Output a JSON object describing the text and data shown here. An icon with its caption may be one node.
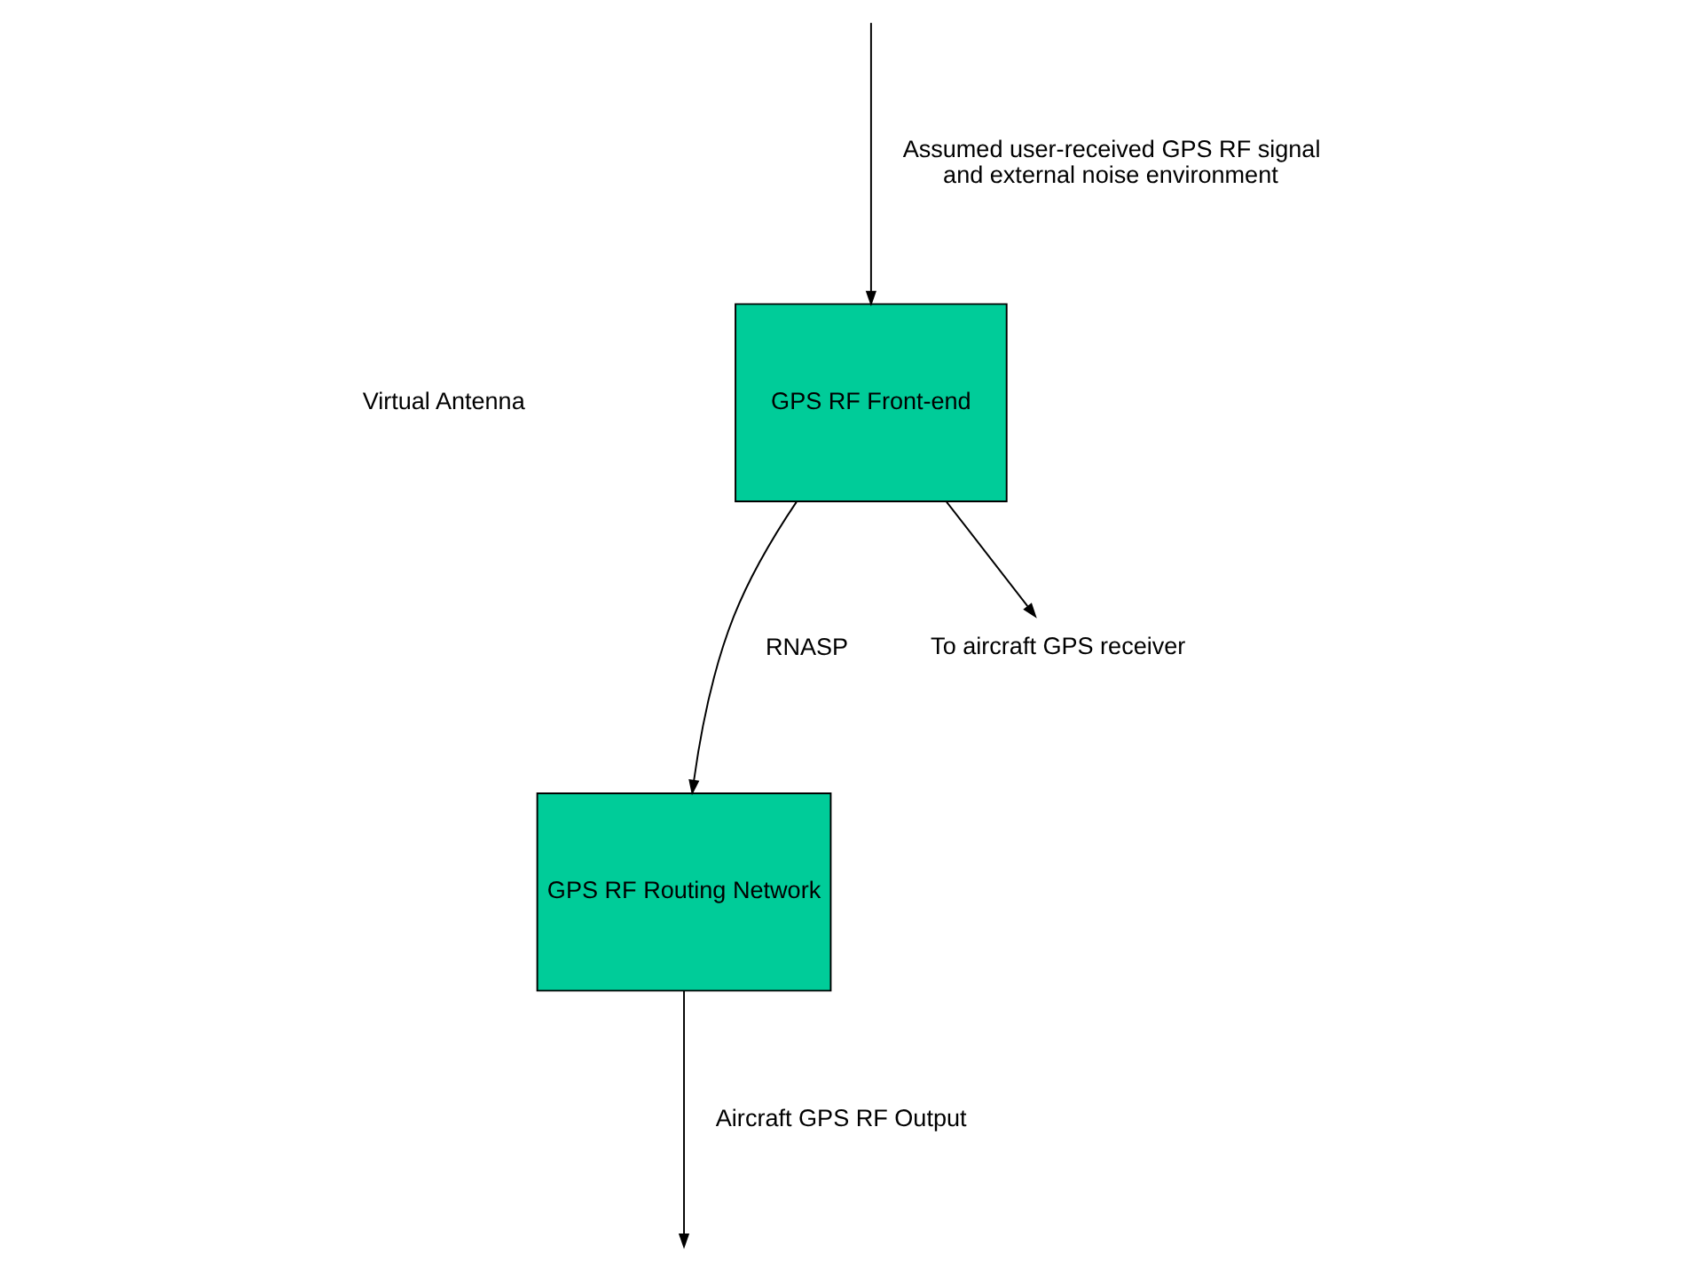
{
  "diagram": {
    "nodes": [
      {
        "text": [
          "GPS RF Front-end"
        ]
      },
      {
        "text": [
          "GPS RF Routing Network"
        ]
      },
      {
        "text": [
          "To aircraft GPS receiver"
        ]
      }
    ],
    "edges": [
      {
        "from": null,
        "to": 0,
        "arrow": "to",
        "label": "Assumed user-received GPS RF signal and external noise environment"
      },
      {
        "from": 0,
        "to": 1,
        "arrow": "to",
        "label": "RNASP"
      },
      {
        "from": 0,
        "to": 2,
        "arrow": "to"
      },
      {
        "from": 1,
        "to": null,
        "arrow": "to",
        "label": "Aircraft GPS RF Output"
      }
    ],
    "labels": [
      "Virtual Antenna"
    ]
  }
}
